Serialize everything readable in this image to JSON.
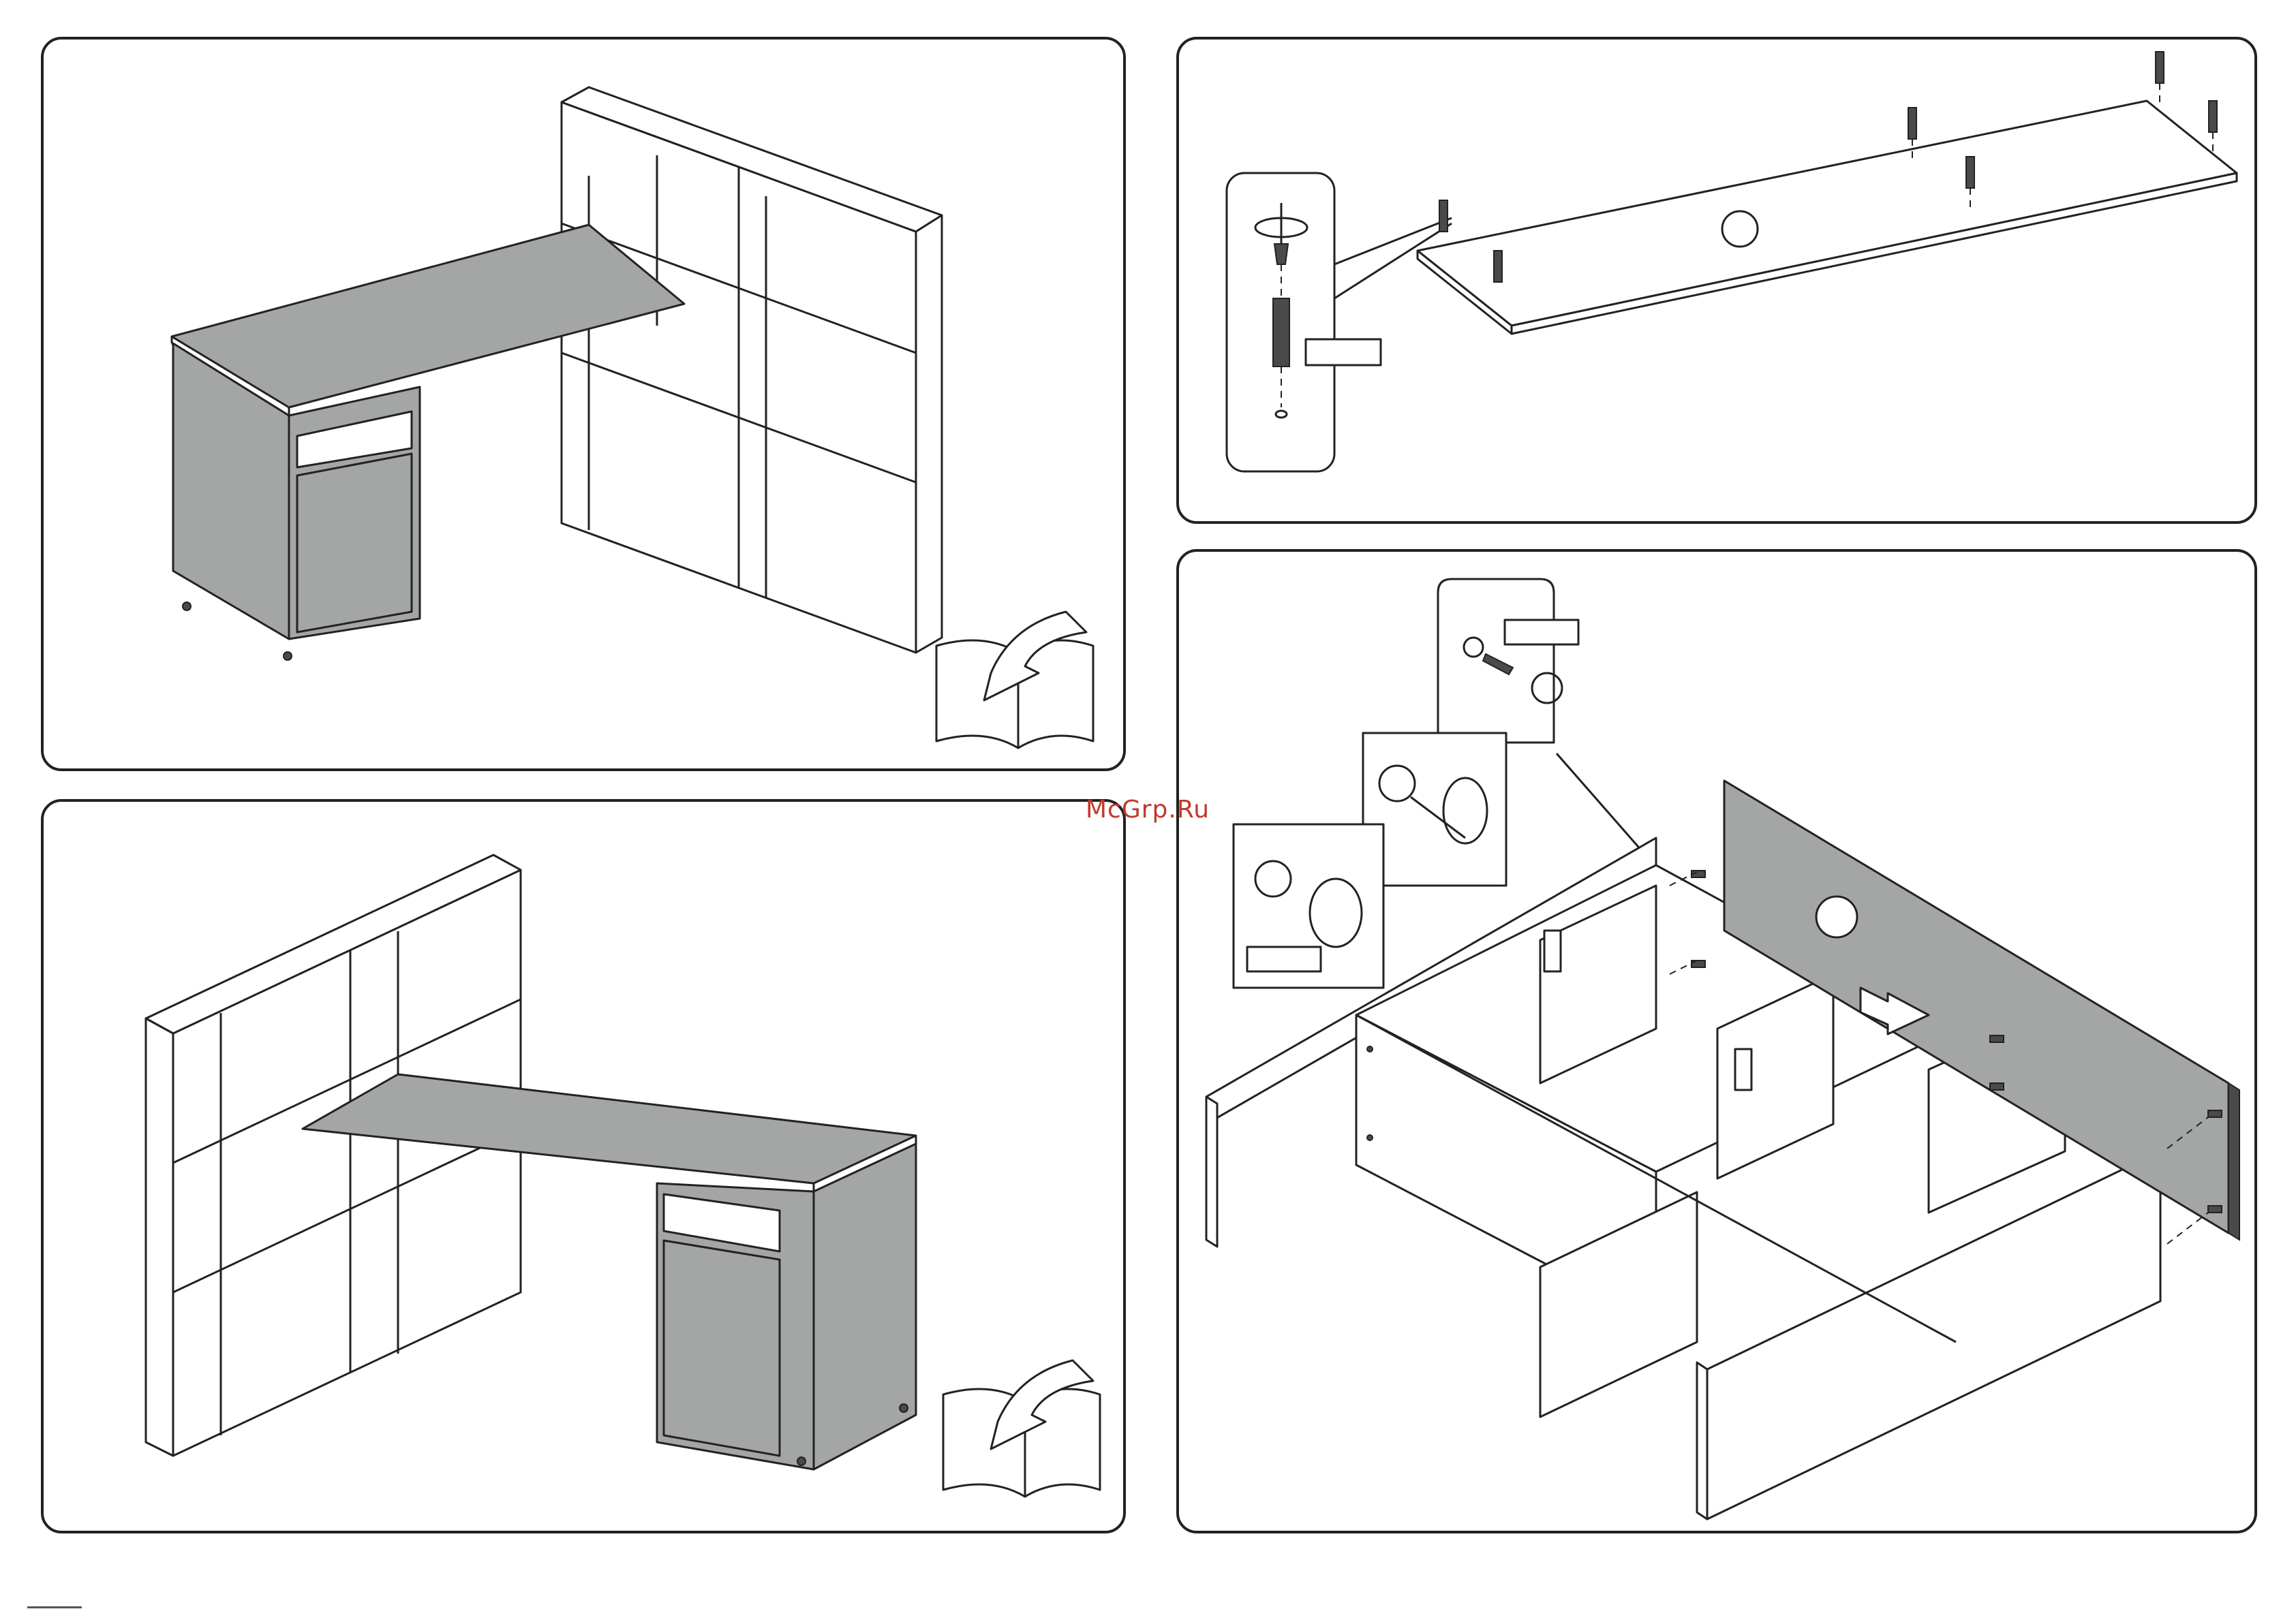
{
  "watermark": "McGrp.Ru",
  "panels": [
    {
      "id": "assembled-desk-right"
    },
    {
      "id": "assembled-desk-left"
    },
    {
      "id": "top-panel-dowels"
    },
    {
      "id": "frame-assembly"
    }
  ],
  "icons": [
    "manual-page-turn-icon",
    "cam-lock-detail",
    "screwdriver-rotate-detail",
    "dowel-detail"
  ],
  "colors": {
    "panel_gray": "#a4a6a6",
    "line": "#222222",
    "watermark_red": "#c0392b"
  }
}
